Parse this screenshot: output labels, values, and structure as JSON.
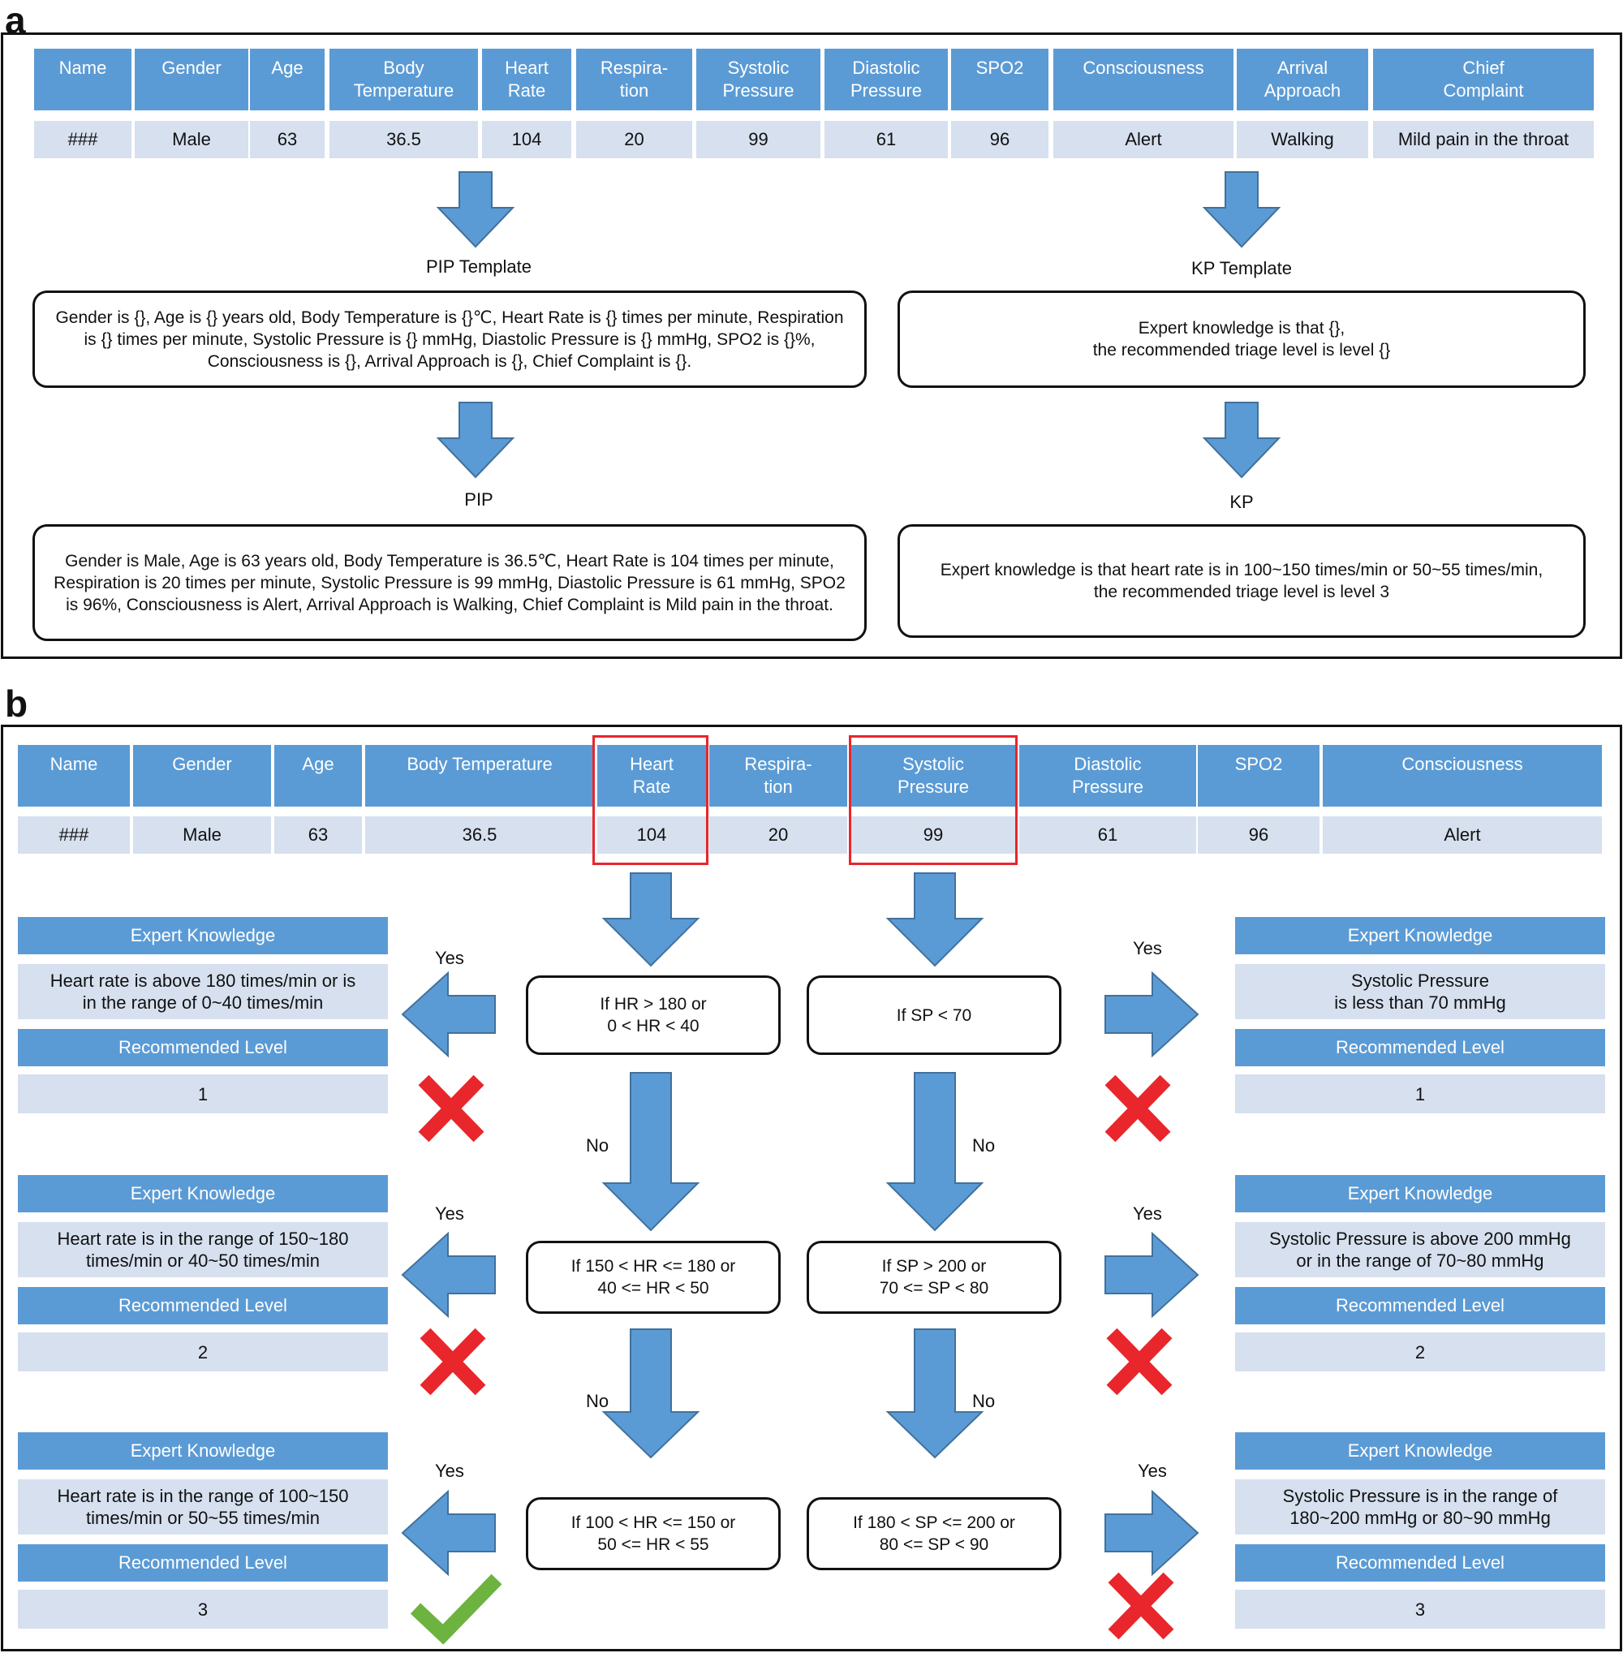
{
  "panel_a": {
    "label": "a",
    "headers": [
      "Name",
      "Gender",
      "Age",
      "Body\nTemperature",
      "Heart\nRate",
      "Respira-\ntion",
      "Systolic\nPressure",
      "Diastolic\nPressure",
      "SPO2",
      "Consciousness",
      "Arrival\nApproach",
      "Chief\nComplaint"
    ],
    "values": [
      "###",
      "Male",
      "63",
      "36.5",
      "104",
      "20",
      "99",
      "61",
      "96",
      "Alert",
      "Walking",
      "Mild pain in the throat"
    ],
    "pip_template_label": "PIP Template",
    "kp_template_label": "KP Template",
    "pip_template_text": "Gender is {}, Age is {} years old, Body Temperature is {}℃, Heart Rate is {} times per minute, Respiration is {} times per minute, Systolic Pressure is {} mmHg, Diastolic Pressure is {} mmHg, SPO2 is {}%, Consciousness is {}, Arrival Approach is {}, Chief Complaint is {}.",
    "kp_template_text": "Expert knowledge is that {},\nthe recommended triage level is level {}",
    "pip_label": "PIP",
    "kp_label": "KP",
    "pip_text": "Gender is Male, Age is 63 years old, Body Temperature is 36.5℃, Heart Rate is 104 times per minute, Respiration is 20 times per minute, Systolic Pressure is 99 mmHg, Diastolic Pressure is 61 mmHg, SPO2 is 96%, Consciousness is Alert, Arrival Approach is Walking, Chief Complaint is Mild pain in the throat.",
    "kp_text": "Expert knowledge is that heart rate is in 100~150 times/min or 50~55 times/min,\nthe recommended triage level is level 3"
  },
  "panel_b": {
    "label": "b",
    "headers": [
      "Name",
      "Gender",
      "Age",
      "Body Temperature",
      "Heart\nRate",
      "Respira-\ntion",
      "Systolic\nPressure",
      "Diastolic\nPressure",
      "SPO2",
      "Consciousness"
    ],
    "values": [
      "###",
      "Male",
      "63",
      "36.5",
      "104",
      "20",
      "99",
      "61",
      "96",
      "Alert"
    ],
    "hr_conditions": [
      "If HR > 180 or\n0 < HR < 40",
      "If 150 < HR <= 180 or\n40 <= HR < 50",
      "If 100 < HR <= 150 or\n50 <= HR < 55"
    ],
    "sp_conditions": [
      "If SP < 70",
      "If SP > 200 or\n70 <= SP < 80",
      "If 180 < SP <= 200 or\n80 <= SP < 90"
    ],
    "yes_label": "Yes",
    "no_label": "No",
    "left_blocks": [
      {
        "header": "Expert Knowledge",
        "knowledge": "Heart rate is above 180 times/min or is\nin the range of 0~40 times/min",
        "level_header": "Recommended Level",
        "level": "1",
        "result": "cross"
      },
      {
        "header": "Expert Knowledge",
        "knowledge": "Heart rate is in the range of 150~180\ntimes/min or 40~50 times/min",
        "level_header": "Recommended Level",
        "level": "2",
        "result": "cross"
      },
      {
        "header": "Expert Knowledge",
        "knowledge": "Heart rate is in the range of 100~150\ntimes/min or 50~55 times/min",
        "level_header": "Recommended Level",
        "level": "3",
        "result": "check"
      }
    ],
    "right_blocks": [
      {
        "header": "Expert Knowledge",
        "knowledge": "Systolic Pressure\nis less than 70 mmHg",
        "level_header": "Recommended Level",
        "level": "1",
        "result": "cross"
      },
      {
        "header": "Expert Knowledge",
        "knowledge": "Systolic Pressure is above 200 mmHg\nor in the range of 70~80 mmHg",
        "level_header": "Recommended Level",
        "level": "2",
        "result": "cross"
      },
      {
        "header": "Expert Knowledge",
        "knowledge": "Systolic Pressure is in the range of\n180~200 mmHg or 80~90 mmHg",
        "level_header": "Recommended Level",
        "level": "3",
        "result": "cross"
      }
    ]
  },
  "colors": {
    "header_blue": "#5b9bd5",
    "value_gray_blue": "#d6e0ef",
    "arrow_fill": "#5b9bd5",
    "arrow_stroke": "#41719c",
    "highlight_red": "#e8262b",
    "check_green": "#6db33f"
  }
}
